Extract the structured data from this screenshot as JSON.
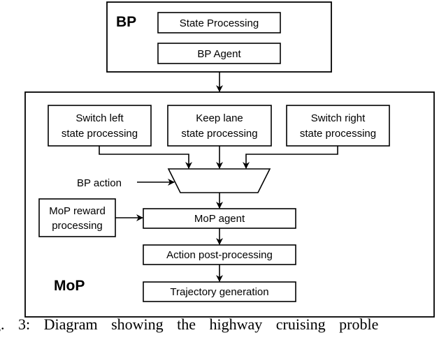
{
  "bp": {
    "label": "BP",
    "state_processing": "State Processing",
    "agent": "BP Agent"
  },
  "mop": {
    "label": "MoP",
    "switch_left": [
      "Switch left",
      "state processing"
    ],
    "keep_lane": [
      "Keep lane",
      "state processing"
    ],
    "switch_right": [
      "Switch right",
      "state processing"
    ],
    "bp_action": "BP action",
    "reward": [
      "MoP reward",
      "processing"
    ],
    "agent": "MoP agent",
    "post_processing": "Action post-processing",
    "trajectory": "Trajectory generation"
  },
  "caption": "g. 3: Diagram showing the highway cruising proble"
}
